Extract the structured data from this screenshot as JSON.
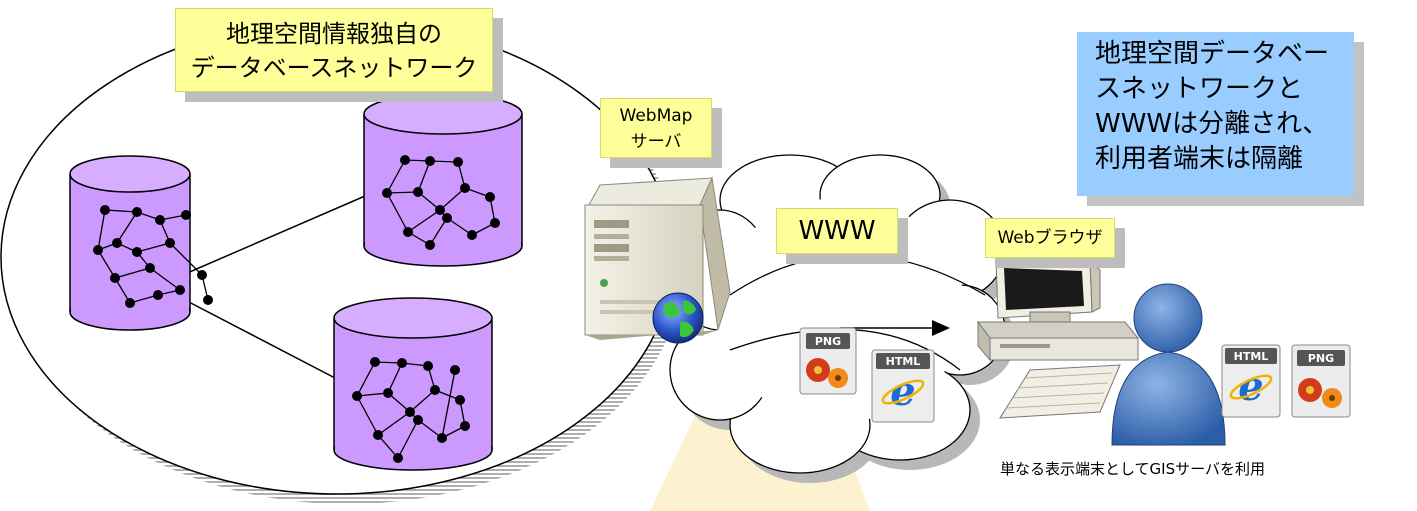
{
  "labels": {
    "db_network": [
      "地理空間情報独自の",
      "データベースネットワーク"
    ],
    "webmap_server": [
      "WebMap",
      "サーバ"
    ],
    "internet": "WWW",
    "web_browser": "Webブラウザ",
    "summary_note": [
      "地理空間データベー",
      "スネットワークと",
      "WWWは分離され、",
      "利用者端末は隔離"
    ],
    "terminal_caption": "単なる表示端末としてGISサーバを利用"
  },
  "file_icons": {
    "png": "PNG",
    "html": "HTML"
  },
  "colors": {
    "note_yellow": "#ffff99",
    "note_blue": "#99ccff",
    "database_purple": "#cc99ff",
    "user_blue": "#3d6fb8"
  }
}
